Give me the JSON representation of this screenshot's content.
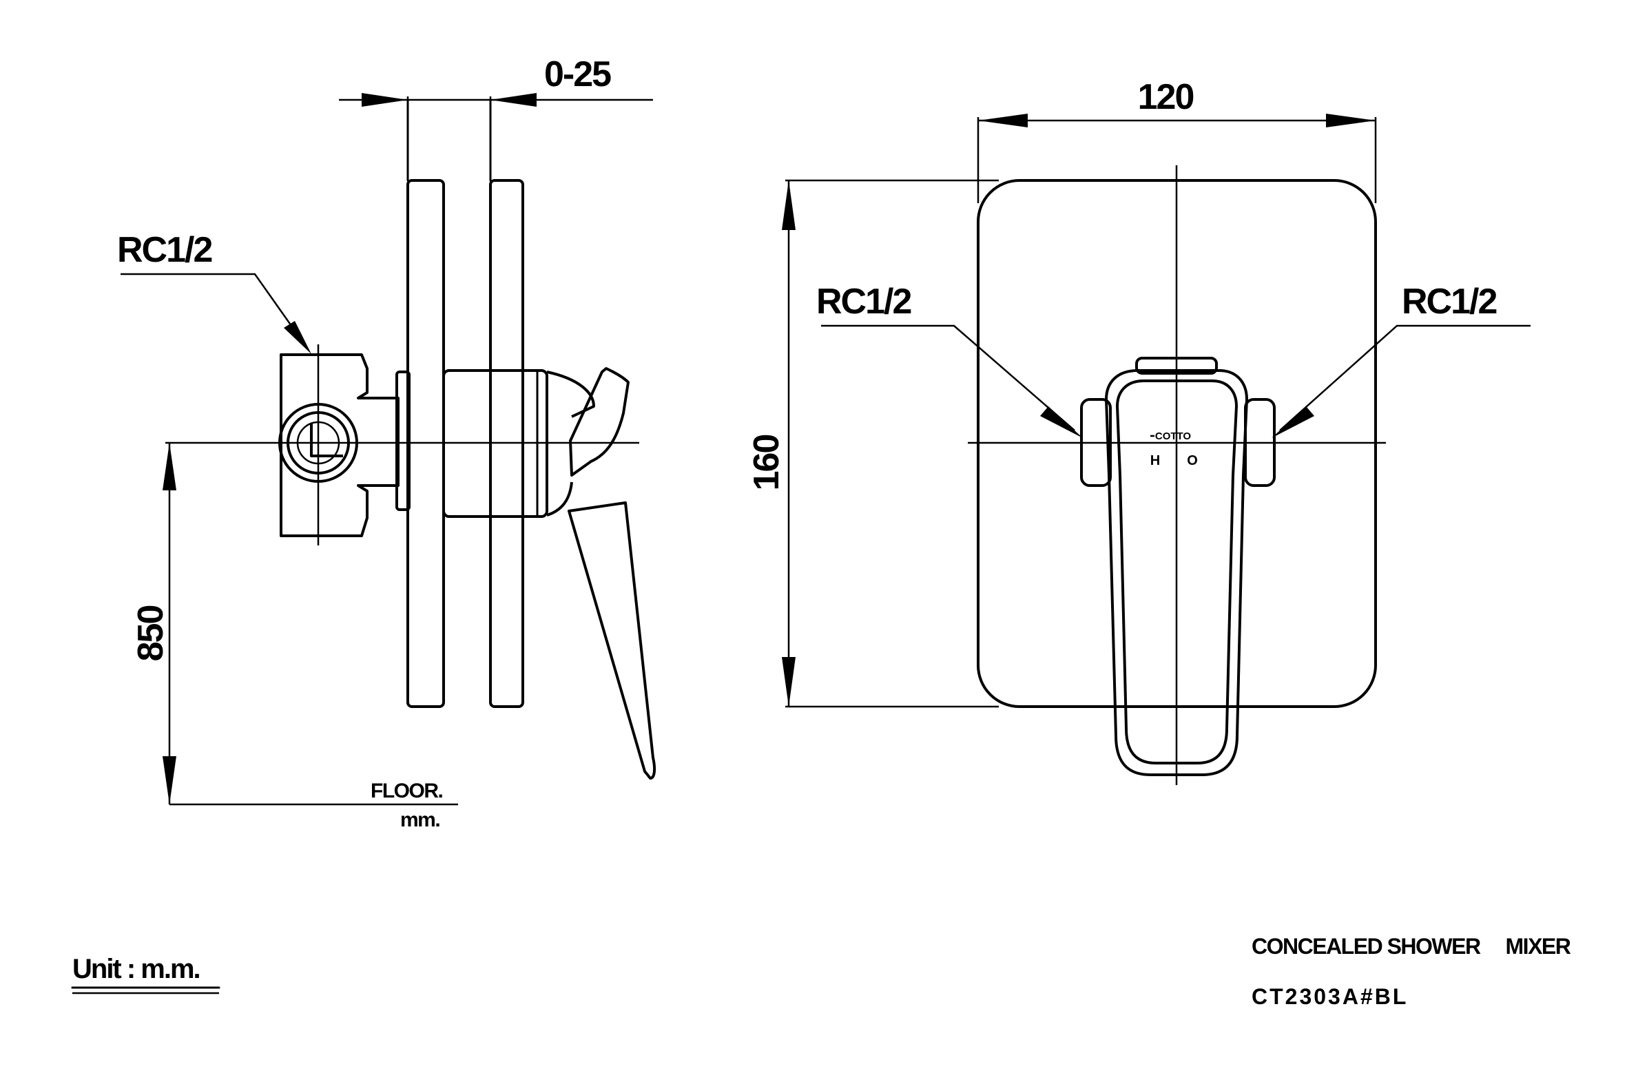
{
  "side_view": {
    "wall_gap_dim": "0-25",
    "height_dim": "850",
    "inlet_label": "RC1/2",
    "floor_label": "FLOOR.",
    "floor_unit": "mm."
  },
  "front_view": {
    "width_dim": "120",
    "height_dim": "160",
    "inlet_left_label": "RC1/2",
    "inlet_right_label": "RC1/2",
    "brand": "COTTO",
    "hot_mark": "H",
    "cold_mark": "O"
  },
  "footer": {
    "unit_note": "Unit : m.m.",
    "product_name": "CONCEALED SHOWER     MIXER",
    "product_code": "CT2303A#BL"
  }
}
